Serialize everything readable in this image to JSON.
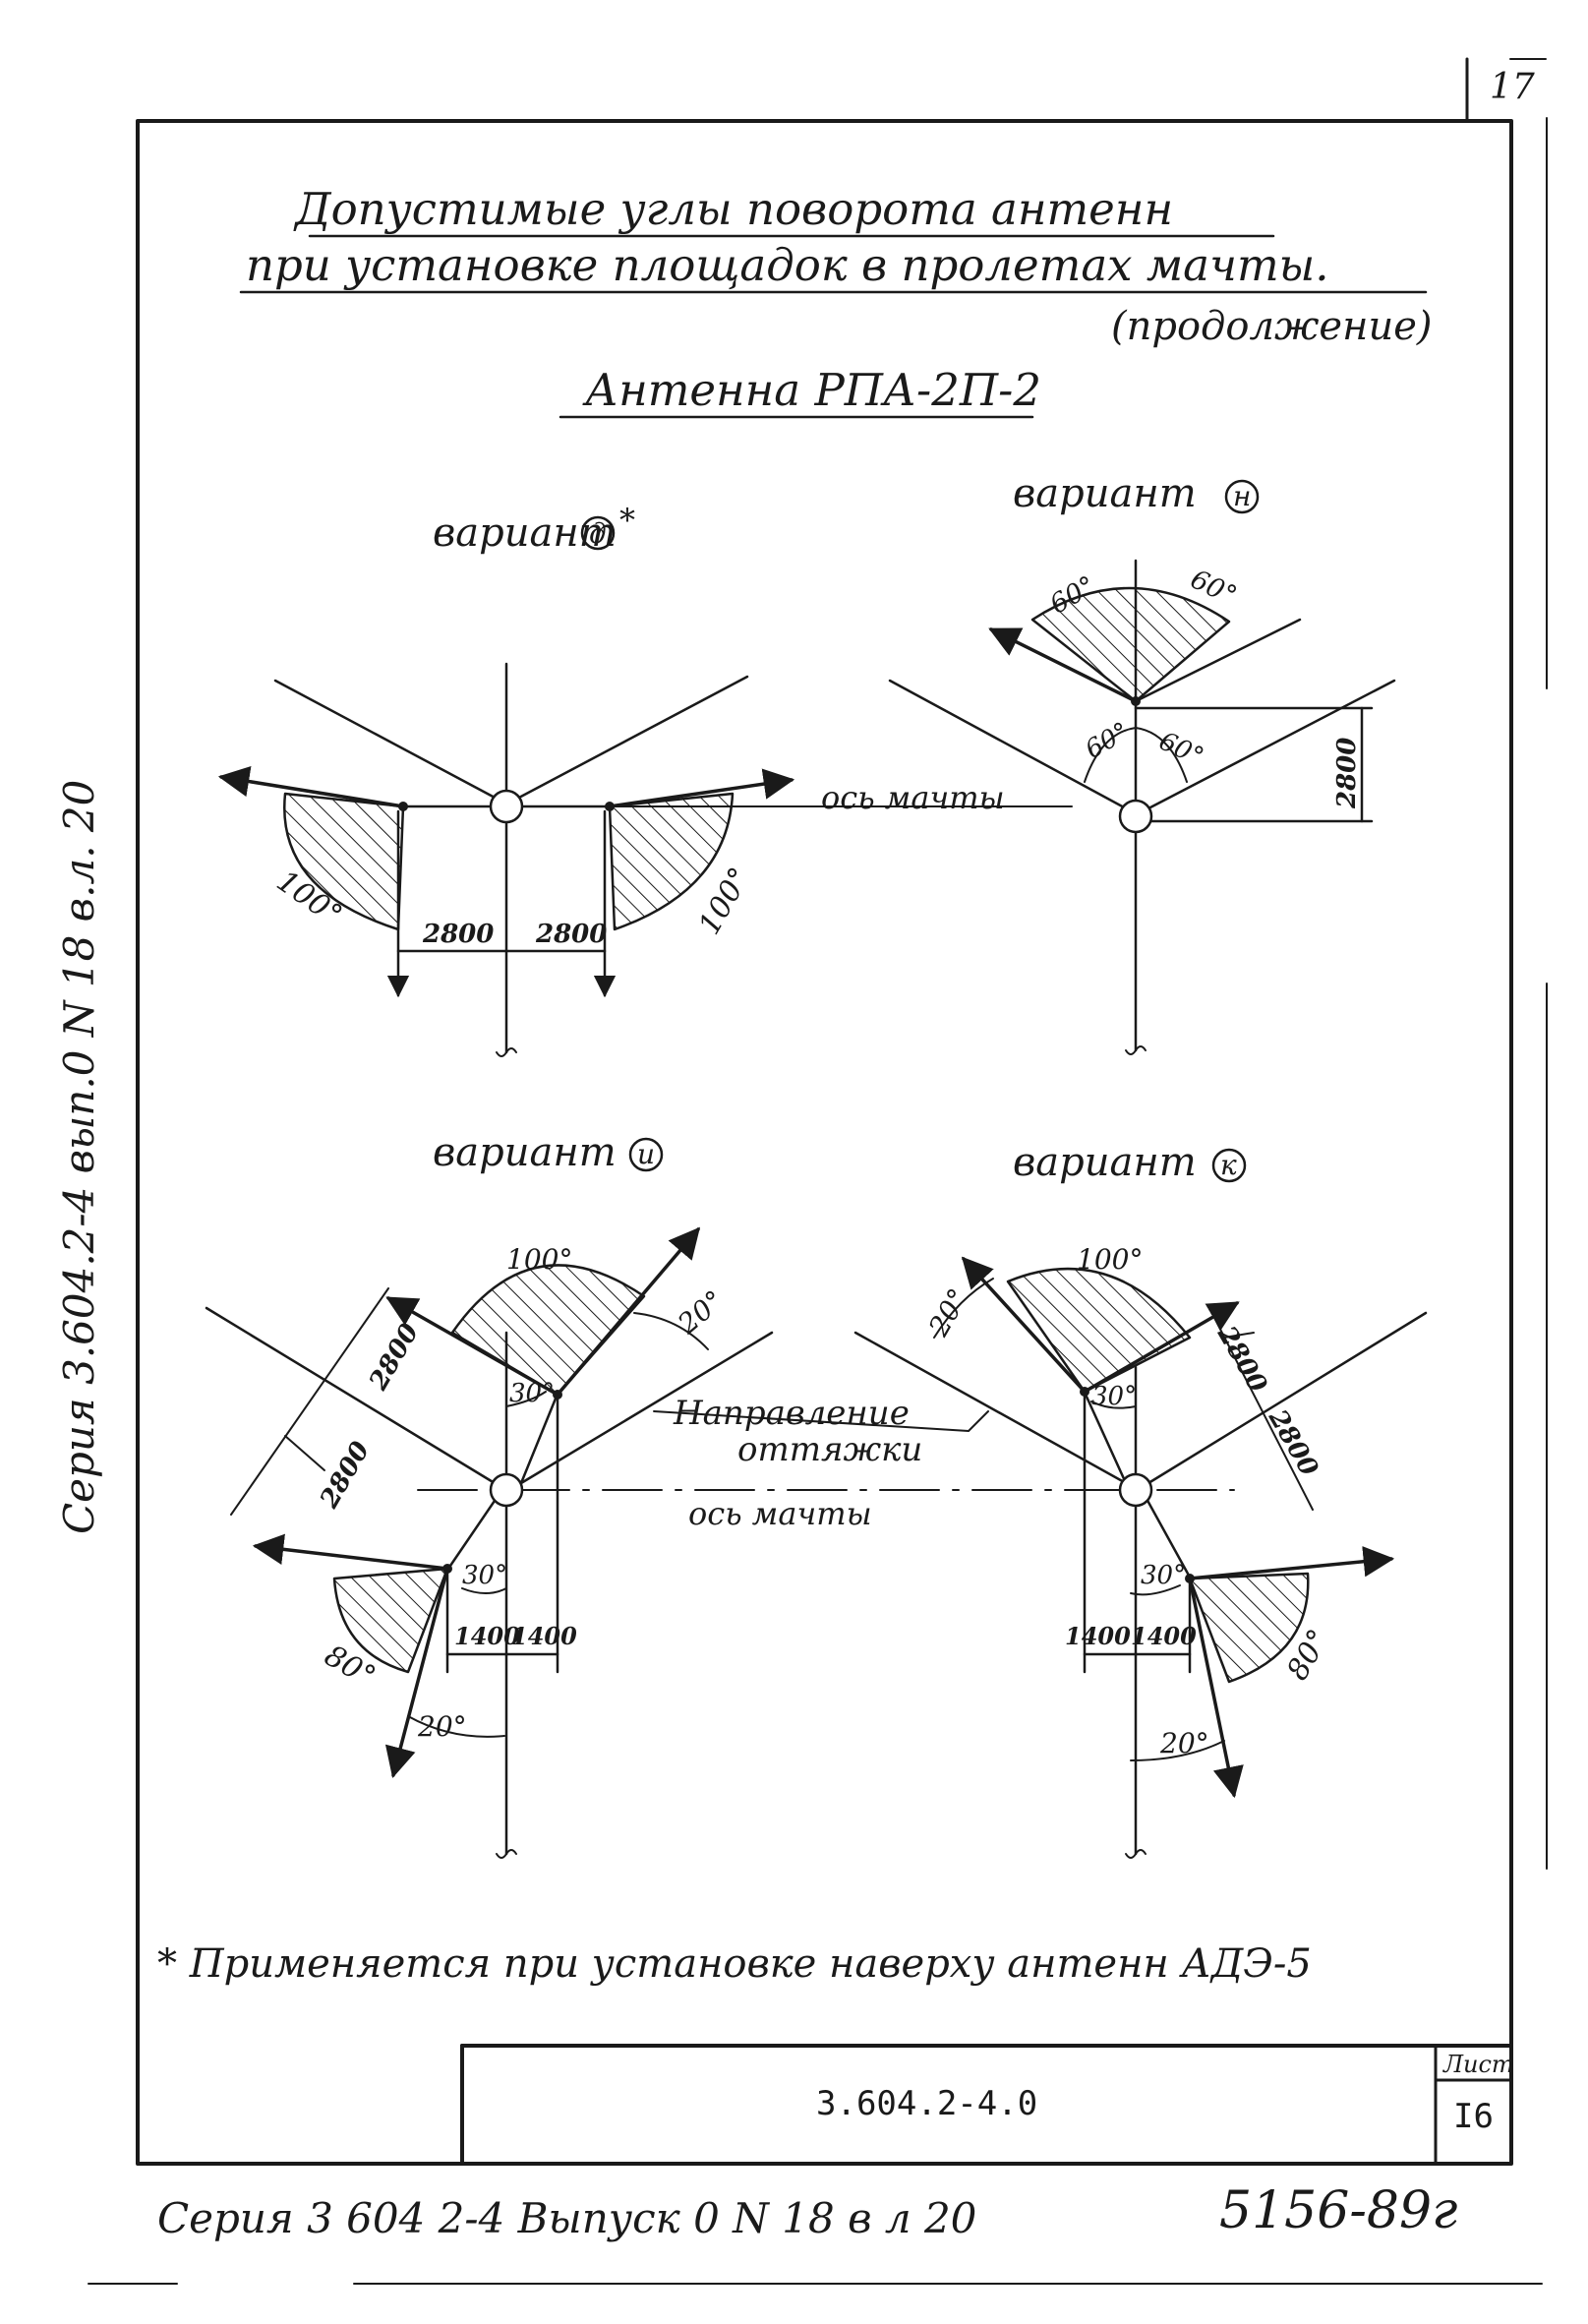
{
  "sheet": {
    "corner_number": "17",
    "title_line1": "Допустимые углы поворота антенн",
    "title_line2": "при установке площадок в пролетах мачты.",
    "title_line3": "(продолжение)",
    "subtitle": "Антенна РПА-2П-2",
    "side_text": "Серия 3.604.2-4 вып.0 N 18 в.л. 20",
    "footnote": "* Применяется при установке наверху антенн АДЭ-5",
    "bottom_note": "Серия 3 604 2-4 Выпуск 0 N 18 в л 20",
    "bottom_code": "5156-89г"
  },
  "stamp": {
    "designation": "3.604.2-4.0",
    "sheet_label": "Лист",
    "sheet_number": "I6"
  },
  "variants": {
    "d": {
      "title": "вариант",
      "letter": "д",
      "star": "*",
      "angle_left": "100°",
      "angle_right": "100°",
      "dim_left": "2800",
      "dim_right": "2800",
      "axis_label": "ось мачты"
    },
    "n": {
      "title": "вариант",
      "letter": "н",
      "angle_top_left": "60°",
      "angle_top_right": "60°",
      "angle_low_left": "60°",
      "angle_low_right": "60°",
      "dim_vertical": "2800"
    },
    "i": {
      "title": "вариант",
      "letter": "и",
      "angle_top": "100°",
      "angle_tilt": "20°",
      "angle_30_top": "30°",
      "angle_30_bottom": "30°",
      "angle_bottom": "80°",
      "angle_20_bottom": "20°",
      "dim_a": "2800",
      "dim_b": "2800",
      "dim_c": "1400",
      "dim_d": "1400",
      "guy_label_1": "Направление",
      "guy_label_2": "оттяжки",
      "axis_label": "ось мачты"
    },
    "k": {
      "title": "вариант",
      "letter": "к",
      "angle_top": "100°",
      "angle_tilt": "20°",
      "angle_30_top": "30°",
      "angle_30_bottom": "30°",
      "angle_bottom": "80°",
      "angle_20_bottom": "20°",
      "dim_a": "2800",
      "dim_b": "2800",
      "dim_c": "1400",
      "dim_d": "1400"
    }
  }
}
